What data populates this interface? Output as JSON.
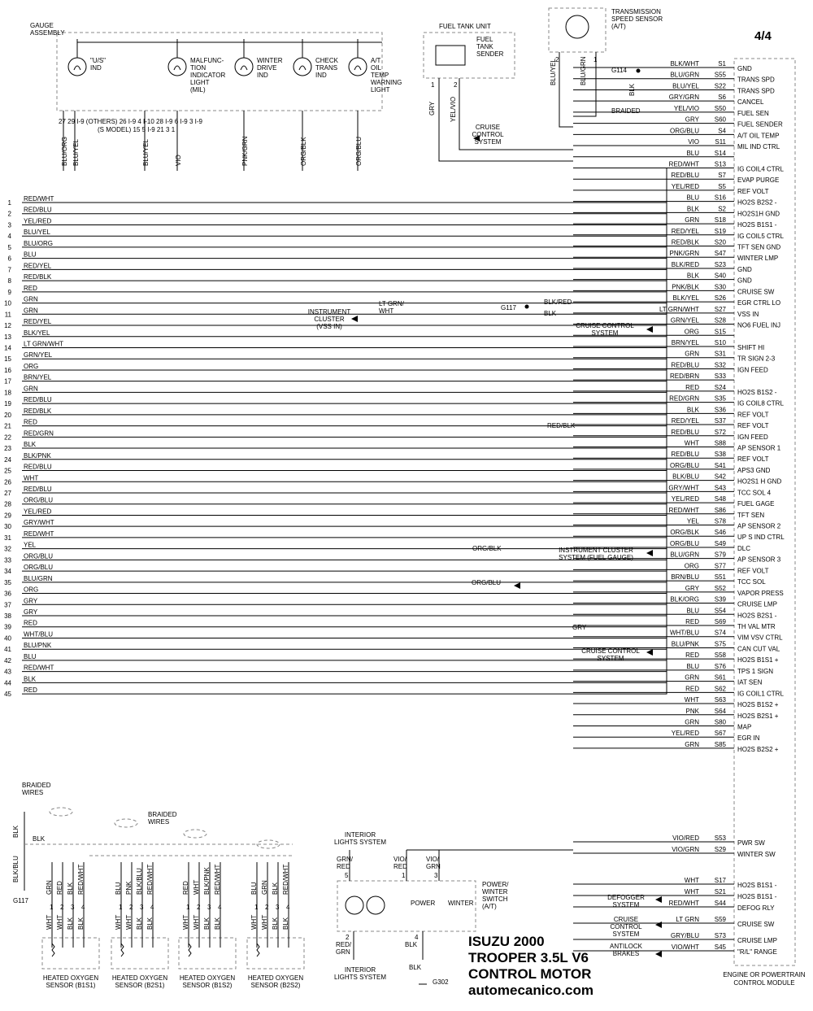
{
  "title_lines": [
    "ISUZU 2000",
    "TROOPER 3.5L V6",
    "CONTROL MOTOR",
    "automecanico.com"
  ],
  "page_number": "4/4",
  "gauge_assembly": {
    "label": [
      "GAUGE",
      "ASSEMBLY"
    ],
    "indicators": [
      {
        "label": [
          "\"U/S\"",
          "IND"
        ]
      },
      {
        "label": [
          "MALFUNC-",
          "TION",
          "INDICATOR",
          "LIGHT",
          "(MIL)"
        ]
      },
      {
        "label": [
          "WINTER",
          "DRIVE",
          "IND"
        ]
      },
      {
        "label": [
          "CHECK",
          "TRANS",
          "IND"
        ]
      },
      {
        "label": [
          "A/T",
          "OIL",
          "TEMP",
          "WARNING",
          "LIGHT"
        ]
      }
    ],
    "pin_rows": [
      [
        "27",
        "29",
        "I-9",
        "(OTHERS)",
        "26",
        "I-9",
        "4",
        "I-10",
        "28",
        "I-9",
        "6",
        "I-9",
        "3",
        "I-9"
      ],
      [
        "(S MODEL)",
        "15",
        "5",
        "I-9",
        "21",
        "3",
        "1"
      ]
    ],
    "wire_colors": [
      "BLU/ORG",
      "BLU/YEL",
      "BLU/YEL",
      "VIO",
      "PNK/GRN",
      "ORG/BLK",
      "ORG/BLU"
    ]
  },
  "fuel_tank_unit": {
    "label": "FUEL TANK UNIT",
    "sender": [
      "FUEL",
      "TANK",
      "SENDER"
    ],
    "pins": [
      "1",
      "2"
    ],
    "wires": [
      "GRY",
      "YEL/VIO"
    ]
  },
  "trans_speed_sensor": {
    "label": [
      "TRANSMISSION",
      "SPEED SENSOR",
      "(A/T)"
    ],
    "pins": [
      "2",
      "1"
    ],
    "wires": [
      "BLU/YEL",
      "BLU/GRN"
    ],
    "braided": "BRAIDED",
    "ground": "G114",
    "ground_wire": "BLK"
  },
  "ecm": {
    "label": [
      "ENGINE OR POWERTRAIN",
      "CONTROL MODULE"
    ]
  },
  "pins": [
    {
      "wire": "BLK/WHT",
      "pin": "S1",
      "func": "GND"
    },
    {
      "wire": "BLU/GRN",
      "pin": "S55",
      "func": "TRANS SPD"
    },
    {
      "wire": "BLU/YEL",
      "pin": "S22",
      "func": "TRANS SPD"
    },
    {
      "wire": "GRY/GRN",
      "pin": "S6",
      "func": "CANCEL"
    },
    {
      "wire": "YEL/VIO",
      "pin": "S50",
      "func": "FUEL SEN"
    },
    {
      "wire": "GRY",
      "pin": "S60",
      "func": "FUEL SENDER"
    },
    {
      "wire": "ORG/BLU",
      "pin": "S4",
      "func": "A/T OIL TEMP"
    },
    {
      "wire": "VIO",
      "pin": "S11",
      "func": "MIL IND CTRL"
    },
    {
      "wire": "BLU",
      "pin": "S14",
      "func": ""
    },
    {
      "wire": "RED/WHT",
      "pin": "S13",
      "func": "IG COIL4 CTRL"
    },
    {
      "wire": "RED/BLU",
      "pin": "S7",
      "func": "EVAP PURGE"
    },
    {
      "wire": "YEL/RED",
      "pin": "S5",
      "func": "REF VOLT"
    },
    {
      "wire": "BLU",
      "pin": "S16",
      "func": "HO2S B2S2 -"
    },
    {
      "wire": "BLK",
      "pin": "S2",
      "func": "HO2S1H GND"
    },
    {
      "wire": "GRN",
      "pin": "S18",
      "func": "HO2S B1S1 -"
    },
    {
      "wire": "RED/YEL",
      "pin": "S19",
      "func": "IG COIL5 CTRL"
    },
    {
      "wire": "RED/BLK",
      "pin": "S20",
      "func": "TFT SEN GND"
    },
    {
      "wire": "PNK/GRN",
      "pin": "S47",
      "func": "WINTER LMP"
    },
    {
      "wire": "BLK/RED",
      "pin": "S23",
      "func": "GND"
    },
    {
      "wire": "BLK",
      "pin": "S40",
      "func": "GND"
    },
    {
      "wire": "PNK/BLK",
      "pin": "S30",
      "func": "CRUISE SW"
    },
    {
      "wire": "BLK/YEL",
      "pin": "S26",
      "func": "EGR CTRL LO"
    },
    {
      "wire": "LT GRN/WHT",
      "pin": "S27",
      "func": "VSS IN"
    },
    {
      "wire": "GRN/YEL",
      "pin": "S28",
      "func": "NO6 FUEL INJ"
    },
    {
      "wire": "ORG",
      "pin": "S15",
      "func": ""
    },
    {
      "wire": "BRN/YEL",
      "pin": "S10",
      "func": "SHIFT HI"
    },
    {
      "wire": "GRN",
      "pin": "S31",
      "func": "TR SIGN 2-3"
    },
    {
      "wire": "RED/BLU",
      "pin": "S32",
      "func": "IGN FEED"
    },
    {
      "wire": "RED/BRN",
      "pin": "S33",
      "func": ""
    },
    {
      "wire": "RED",
      "pin": "S24",
      "func": "HO2S B1S2 -"
    },
    {
      "wire": "RED/GRN",
      "pin": "S35",
      "func": "IG COIL8 CTRL"
    },
    {
      "wire": "BLK",
      "pin": "S36",
      "func": "REF VOLT"
    },
    {
      "wire": "RED/YEL",
      "pin": "S37",
      "func": "REF VOLT"
    },
    {
      "wire": "RED/BLU",
      "pin": "S72",
      "func": "IGN FEED"
    },
    {
      "wire": "WHT",
      "pin": "S88",
      "func": "AP SENSOR 1"
    },
    {
      "wire": "RED/BLU",
      "pin": "S38",
      "func": "REF VOLT"
    },
    {
      "wire": "ORG/BLU",
      "pin": "S41",
      "func": "APS3 GND"
    },
    {
      "wire": "BLK/BLU",
      "pin": "S42",
      "func": "HO2S1 H GND"
    },
    {
      "wire": "GRY/WHT",
      "pin": "S43",
      "func": "TCC SOL 4"
    },
    {
      "wire": "YEL/RED",
      "pin": "S48",
      "func": "FUEL GAGE"
    },
    {
      "wire": "RED/WHT",
      "pin": "S86",
      "func": "TFT SEN"
    },
    {
      "wire": "YEL",
      "pin": "S78",
      "func": "AP SENSOR 2"
    },
    {
      "wire": "ORG/BLK",
      "pin": "S46",
      "func": "UP S IND CTRL"
    },
    {
      "wire": "ORG/BLU",
      "pin": "S49",
      "func": "DLC"
    },
    {
      "wire": "BLU/GRN",
      "pin": "S79",
      "func": "AP SENSOR 3"
    },
    {
      "wire": "ORG",
      "pin": "S77",
      "func": "REF VOLT"
    },
    {
      "wire": "BRN/BLU",
      "pin": "S51",
      "func": "TCC SOL"
    },
    {
      "wire": "GRY",
      "pin": "S52",
      "func": "VAPOR PRESS"
    },
    {
      "wire": "BLK/ORG",
      "pin": "S39",
      "func": "CRUISE LMP"
    },
    {
      "wire": "BLU",
      "pin": "S54",
      "func": "HO2S B2S1 -"
    },
    {
      "wire": "RED",
      "pin": "S69",
      "func": "TH VAL MTR"
    },
    {
      "wire": "WHT/BLU",
      "pin": "S74",
      "func": "VIM VSV CTRL"
    },
    {
      "wire": "BLU/PNK",
      "pin": "S75",
      "func": "CAN CUT VAL"
    },
    {
      "wire": "RED",
      "pin": "S58",
      "func": "HO2S B1S1 +"
    },
    {
      "wire": "BLU",
      "pin": "S76",
      "func": "TPS 1 SIGN"
    },
    {
      "wire": "GRN",
      "pin": "S61",
      "func": "IAT SEN"
    },
    {
      "wire": "RED",
      "pin": "S62",
      "func": "IG COIL1 CTRL"
    },
    {
      "wire": "WHT",
      "pin": "S63",
      "func": "HO2S B1S2 +"
    },
    {
      "wire": "PNK",
      "pin": "S64",
      "func": "HO2S B2S1 +"
    },
    {
      "wire": "GRN",
      "pin": "S80",
      "func": "MAP"
    },
    {
      "wire": "YEL/RED",
      "pin": "S67",
      "func": "EGR IN"
    },
    {
      "wire": "GRN",
      "pin": "S85",
      "func": "HO2S B2S2 +"
    },
    {
      "wire": "VIO/RED",
      "pin": "S53",
      "func": "PWR SW"
    },
    {
      "wire": "VIO/GRN",
      "pin": "S29",
      "func": "WINTER SW"
    },
    {
      "wire": "WHT",
      "pin": "S17",
      "func": "HO2S B1S1 -"
    },
    {
      "wire": "WHT",
      "pin": "S21",
      "func": "HO2S B1S1 -"
    },
    {
      "wire": "RED/WHT",
      "pin": "S44",
      "func": "DEFOG RLY"
    },
    {
      "wire": "LT GRN",
      "pin": "S59",
      "func": "CRUISE SW"
    },
    {
      "wire": "GRY/BLU",
      "pin": "S73",
      "func": "CRUISE LMP"
    },
    {
      "wire": "VIO/WHT",
      "pin": "S45",
      "func": "\"R/L\" RANGE"
    }
  ],
  "left_wires": [
    {
      "n": "1",
      "c": "RED/WHT"
    },
    {
      "n": "2",
      "c": "RED/BLU"
    },
    {
      "n": "3",
      "c": "YEL/RED"
    },
    {
      "n": "4",
      "c": "BLU/YEL"
    },
    {
      "n": "5",
      "c": "BLU/ORG"
    },
    {
      "n": "6",
      "c": "BLU"
    },
    {
      "n": "7",
      "c": "RED/YEL"
    },
    {
      "n": "8",
      "c": "RED/BLK"
    },
    {
      "n": "9",
      "c": "RED"
    },
    {
      "n": "10",
      "c": "GRN"
    },
    {
      "n": "11",
      "c": "GRN"
    },
    {
      "n": "12",
      "c": "RED/YEL"
    },
    {
      "n": "13",
      "c": "BLK/YEL"
    },
    {
      "n": "14",
      "c": "LT GRN/WHT"
    },
    {
      "n": "15",
      "c": "GRN/YEL"
    },
    {
      "n": "16",
      "c": "ORG"
    },
    {
      "n": "17",
      "c": "BRN/YEL"
    },
    {
      "n": "18",
      "c": "GRN"
    },
    {
      "n": "19",
      "c": "RED/BLU"
    },
    {
      "n": "20",
      "c": "RED/BLK"
    },
    {
      "n": "21",
      "c": "RED"
    },
    {
      "n": "22",
      "c": "RED/GRN"
    },
    {
      "n": "23",
      "c": "BLK"
    },
    {
      "n": "24",
      "c": "BLK/PNK"
    },
    {
      "n": "25",
      "c": "RED/BLU"
    },
    {
      "n": "26",
      "c": "WHT"
    },
    {
      "n": "27",
      "c": "RED/BLU"
    },
    {
      "n": "28",
      "c": "ORG/BLU"
    },
    {
      "n": "29",
      "c": "YEL/RED"
    },
    {
      "n": "30",
      "c": "GRY/WHT"
    },
    {
      "n": "31",
      "c": "RED/WHT"
    },
    {
      "n": "32",
      "c": "YEL"
    },
    {
      "n": "33",
      "c": "ORG/BLU"
    },
    {
      "n": "34",
      "c": "ORG/BLU"
    },
    {
      "n": "35",
      "c": "BLU/GRN"
    },
    {
      "n": "36",
      "c": "ORG"
    },
    {
      "n": "37",
      "c": "GRY"
    },
    {
      "n": "38",
      "c": "GRY"
    },
    {
      "n": "39",
      "c": "RED"
    },
    {
      "n": "40",
      "c": "WHT/BLU"
    },
    {
      "n": "41",
      "c": "BLU/PNK"
    },
    {
      "n": "42",
      "c": "BLU"
    },
    {
      "n": "43",
      "c": "RED/WHT"
    },
    {
      "n": "44",
      "c": "BLK"
    },
    {
      "n": "45",
      "c": "RED"
    }
  ],
  "callouts": {
    "cruise1": [
      "CRUISE",
      "CONTROL",
      "SYSTEM"
    ],
    "inst_cluster_vss": [
      "INSTRUMENT",
      "CLUSTER",
      "(VSS IN)"
    ],
    "vss_wire": [
      "LT GRN/",
      "WHT"
    ],
    "g117_wires": [
      "BLK/RED",
      "BLK"
    ],
    "g117": "G117",
    "cruise2": [
      "CRUISE CONTROL",
      "SYSTEM"
    ],
    "red_blk_mid": "RED/BLK",
    "org_blk_mid": "ORG/BLK",
    "inst_fuel": [
      "INSTRUMENT CLUSTER",
      "SYSTEM (FUEL GAUGE)"
    ],
    "org_blu_mid": "ORG/BLU",
    "gry_mid": "GRY",
    "cruise3": [
      "CRUISE CONTROL",
      "SYSTEM"
    ],
    "braided1": [
      "BRAIDED",
      "WIRES"
    ],
    "braided2": [
      "BRAIDED",
      "WIRES"
    ],
    "blk1": "BLK",
    "blk2": "BLK",
    "blk_blu": "BLK/BLU",
    "g117_bottom": "G117",
    "defogger": [
      "DEFOGGER",
      "SYSTEM"
    ],
    "cruise4": [
      "CRUISE",
      "CONTROL",
      "SYSTEM"
    ],
    "antilock": [
      "ANTILOCK",
      "BRAKES"
    ]
  },
  "o2_sensors": [
    {
      "label": [
        "HEATED OXYGEN",
        "SENSOR (B1S1)"
      ],
      "top_wires": [
        "GRN",
        "RED",
        "BLK",
        "RED/WHT"
      ],
      "bottom_wires": [
        "WHT",
        "WHT",
        "BLK",
        "BLK"
      ]
    },
    {
      "label": [
        "HEATED OXYGEN",
        "SENSOR (B2S1)"
      ],
      "top_wires": [
        "BLU",
        "PNK",
        "BLK/BLU",
        "RED/WHT"
      ],
      "bottom_wires": [
        "WHT",
        "WHT",
        "BLK",
        "BLK"
      ]
    },
    {
      "label": [
        "HEATED OXYGEN",
        "SENSOR (B1S2)"
      ],
      "top_wires": [
        "RED",
        "WHT",
        "BLK/PNK",
        "RED/WHT"
      ],
      "bottom_wires": [
        "WHT",
        "WHT",
        "BLK",
        "BLK"
      ]
    },
    {
      "label": [
        "HEATED OXYGEN",
        "SENSOR (B2S2)"
      ],
      "top_wires": [
        "BLU",
        "GRN",
        "BLK",
        "RED/WHT"
      ],
      "bottom_wires": [
        "WHT",
        "WHT",
        "BLK",
        "BLK"
      ]
    }
  ],
  "power_switch": {
    "label": [
      "POWER/",
      "WINTER",
      "SWITCH",
      "(A/T)"
    ],
    "power": "POWER",
    "winter": "WINTER",
    "interior_top": [
      "INTERIOR",
      "LIGHTS SYSTEM"
    ],
    "interior_bottom": [
      "INTERIOR",
      "LIGHTS SYSTEM"
    ],
    "wires_top": [
      {
        "c": [
          "GRN/",
          "RED"
        ],
        "p": "5"
      },
      {
        "c": [
          "VIO/",
          "RED"
        ],
        "p": "1"
      },
      {
        "c": [
          "VIO/",
          "GRN"
        ],
        "p": "3"
      }
    ],
    "wires_bottom": [
      {
        "c": [
          "RED/",
          "GRN"
        ],
        "p": "2"
      },
      {
        "c": [
          "BLK"
        ],
        "p": "4"
      }
    ],
    "blk_bottom": "BLK",
    "ground": "G302"
  }
}
